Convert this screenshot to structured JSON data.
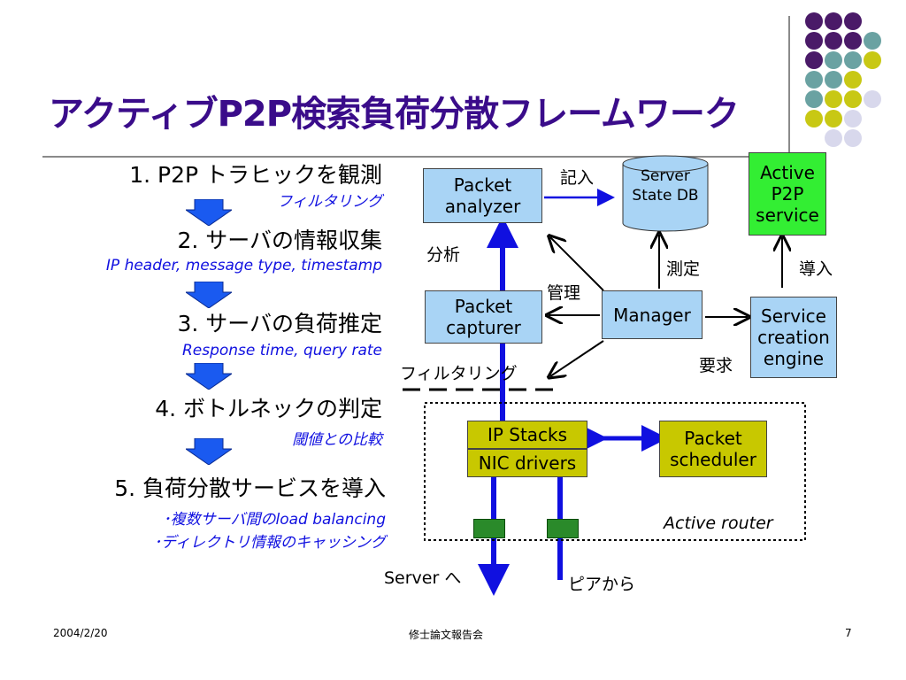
{
  "title": "アクティブP2P検索負荷分散フレームワーク",
  "colors": {
    "title": "#3a0c8a",
    "accent_blue": "#1010e0",
    "box_blue": "#a9d4f5",
    "box_green": "#33ee33",
    "box_olive": "#c8c800",
    "dot_purple": "#4a1a68",
    "dot_teal": "#6aa2a2",
    "dot_yellow": "#c8c814",
    "dot_lavender": "#d8d8ec"
  },
  "steps": [
    {
      "label": "1. P2P トラヒックを観測",
      "sub": [
        "フィルタリング"
      ]
    },
    {
      "label": "2. サーバの情報収集",
      "sub": [
        "IP header, message type, timestamp"
      ]
    },
    {
      "label": "3. サーバの負荷推定",
      "sub": [
        "Response time, query rate"
      ]
    },
    {
      "label": "4. ボトルネックの判定",
      "sub": [
        "閾値との比較"
      ]
    },
    {
      "label": "5. 負荷分散サービスを導入",
      "sub": [
        "･複数サーバ間のload balancing",
        "･ディレクトリ情報のキャッシング"
      ]
    }
  ],
  "diagram": {
    "packet_analyzer": "Packet analyzer",
    "server_state_db": "Server State DB",
    "active_p2p_service": "Active P2P service",
    "packet_capturer": "Packet capturer",
    "manager": "Manager",
    "service_creation_engine": "Service creation engine",
    "ip_stacks": "IP Stacks",
    "nic_drivers": "NIC drivers",
    "packet_scheduler": "Packet scheduler",
    "active_router": "Active router",
    "labels": {
      "kinyu": "記入",
      "bunseki": "分析",
      "sokutei": "測定",
      "dounyu": "導入",
      "kanri": "管理",
      "youkyuu": "要求",
      "filtering": "フィルタリング",
      "server_he": "Server へ",
      "peer_kara": "ピアから"
    }
  },
  "footer": {
    "date": "2004/2/20",
    "event": "修士論文報告会",
    "page": "7"
  }
}
